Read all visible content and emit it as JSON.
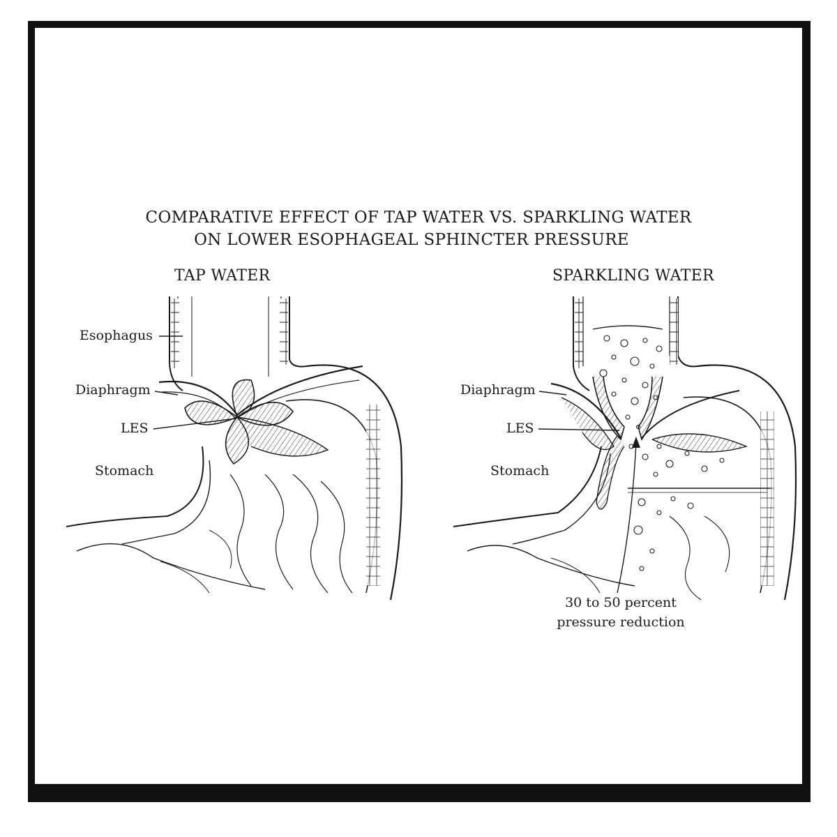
{
  "title": {
    "line1": "COMPARATIVE EFFECT OF TAP WATER VS. SPARKLING WATER",
    "line2": "ON LOWER ESOPHAGEAL SPHINCTER PRESSURE"
  },
  "panels": [
    {
      "heading": "TAP WATER",
      "labels": {
        "esophagus": "Esophagus",
        "diaphragm": "Diaphragm",
        "les": "LES",
        "stomach": "Stomach"
      }
    },
    {
      "heading": "SPARKLING WATER",
      "labels": {
        "diaphragm": "Diaphragm",
        "les": "LES",
        "stomach": "Stomach"
      },
      "annotation": {
        "line1": "30 to 50 percent",
        "line2": "pressure reduction"
      }
    }
  ],
  "colors": {
    "ink": "#1a1a1a",
    "frame": "#111111"
  }
}
